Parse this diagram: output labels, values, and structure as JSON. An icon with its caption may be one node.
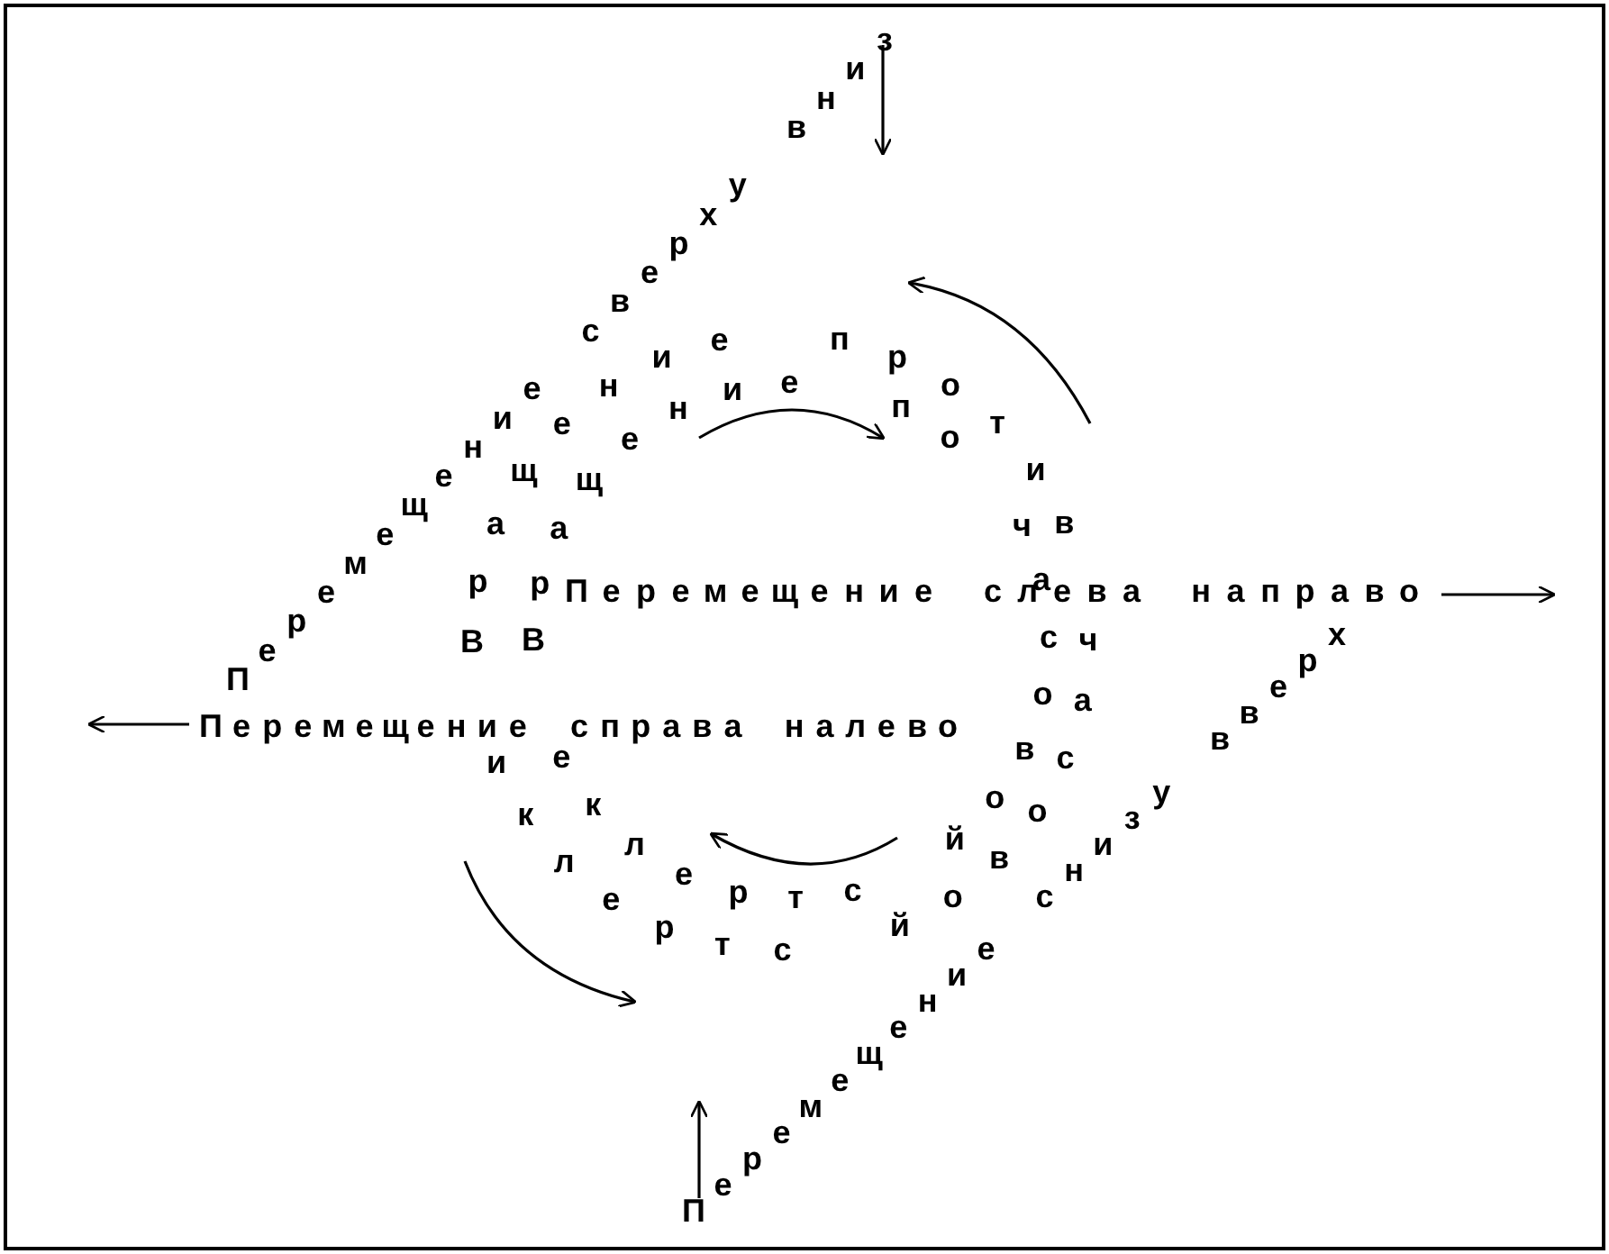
{
  "diagram": {
    "labels": [
      "Перемещение сверху вниз",
      "Вращение против часовой стрелки",
      "Вращение по часовой стрелке",
      "Перемещение слева направо",
      "Перемещение справа налево",
      "Перемещение снизу вверх"
    ]
  }
}
